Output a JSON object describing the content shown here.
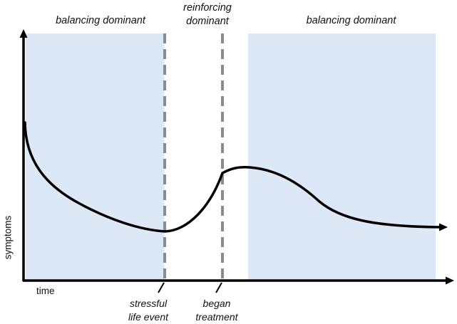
{
  "colors": {
    "shade": "#dce8f6",
    "curve": "#000000",
    "marker": "#8c8c8c",
    "axis": "#000000"
  },
  "regions": [
    {
      "label": "balancing dominant",
      "shaded": true
    },
    {
      "label_line1": "reinforcing",
      "label_line2": "dominant",
      "shaded": false
    },
    {
      "label": "balancing dominant",
      "shaded": true
    }
  ],
  "axes": {
    "xlabel": "time",
    "ylabel": "symptoms"
  },
  "events": [
    {
      "label_line1": "stressful",
      "label_line2": "life event"
    },
    {
      "label_line1": "began",
      "label_line2": "treatment"
    }
  ],
  "chart_data": {
    "type": "line",
    "xlabel": "time",
    "ylabel": "symptoms",
    "series": [
      {
        "values": []
      }
    ]
  }
}
